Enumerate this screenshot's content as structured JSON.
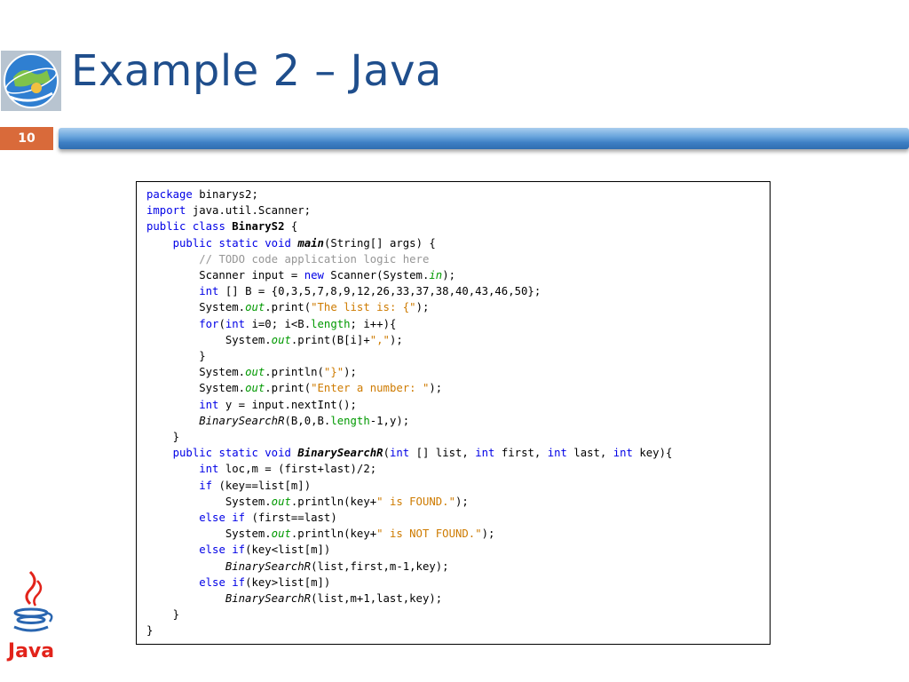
{
  "slide": {
    "title": "Example 2 – Java",
    "number": "10",
    "java_logo_text": "Java"
  },
  "code": {
    "lines": [
      "package binarys2;",
      "import java.util.Scanner;",
      "public class BinaryS2 {",
      "    public static void main(String[] args) {",
      "        // TODO code application logic here",
      "        Scanner input = new Scanner(System.in);",
      "        int [] B = {0,3,5,7,8,9,12,26,33,37,38,40,43,46,50};",
      "        System.out.print(\"The list is: {\");",
      "        for(int i=0; i<B.length; i++){",
      "            System.out.print(B[i]+\",\");",
      "        }",
      "        System.out.println(\"}\");",
      "        System.out.print(\"Enter a number: \");",
      "        int y = input.nextInt();",
      "        BinarySearchR(B,0,B.length-1,y);",
      "    }",
      "    public static void BinarySearchR(int [] list, int first, int last, int key){",
      "        int loc,m = (first+last)/2;",
      "        if (key==list[m])",
      "            System.out.println(key+\" is FOUND.\");",
      "        else if (first==last)",
      "            System.out.println(key+\" is NOT FOUND.\");",
      "        else if(key<list[m])",
      "            BinarySearchR(list,first,m-1,key);",
      "        else if(key>list[m])",
      "            BinarySearchR(list,m+1,last,key);",
      "    }",
      "}"
    ],
    "colors": {
      "keyword": "#0000e6",
      "string": "#ce7b00",
      "comment": "#969696",
      "field": "#009900"
    }
  },
  "theme": {
    "title_color": "#1f4e8c",
    "slide_number_bg": "#d96a3a",
    "bar_color": "#3d7fc4"
  }
}
